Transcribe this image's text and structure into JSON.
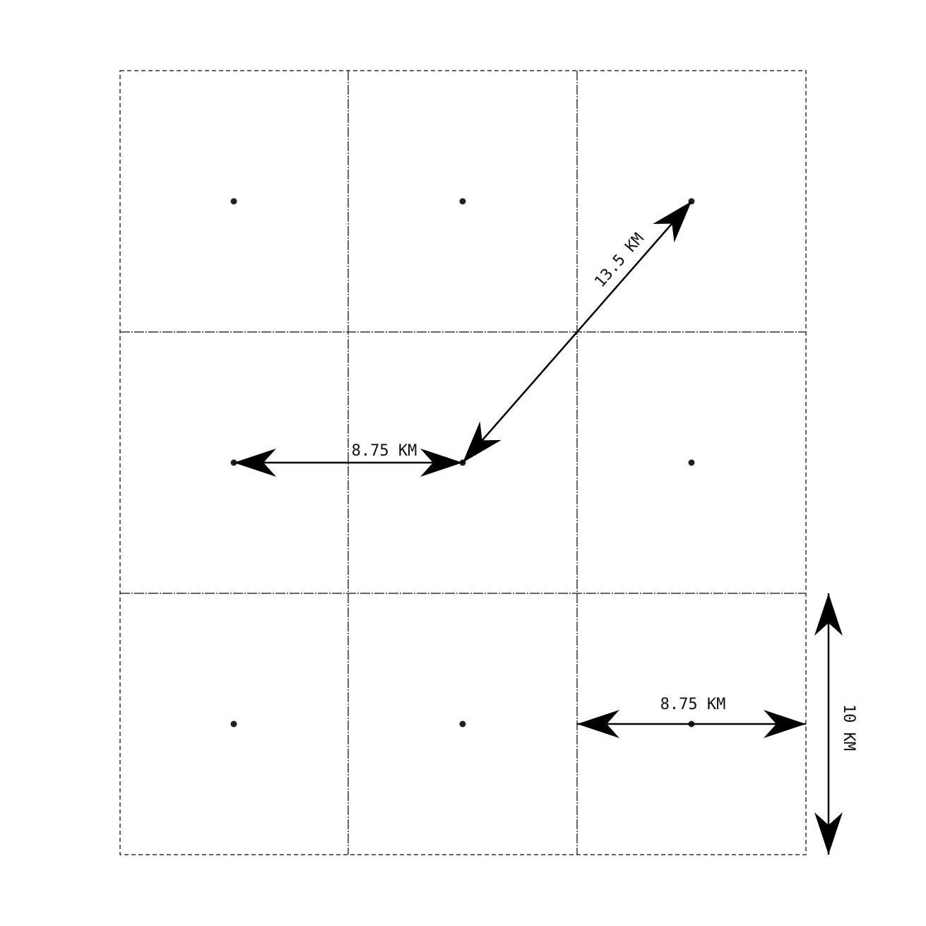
{
  "colors": {
    "background": "#ffffff",
    "line": "#333333",
    "arrow": "#000000",
    "point": "#222222"
  },
  "grid": {
    "rows": 3,
    "cols": 3,
    "outer_border": "dashed",
    "inner_lines": "dash-dot"
  },
  "measurements": {
    "diagonal": "13.5 KM",
    "horizontal_middle": "8.75 KM",
    "horizontal_bottom": "8.75 KM",
    "vertical_side": "10 KM"
  }
}
